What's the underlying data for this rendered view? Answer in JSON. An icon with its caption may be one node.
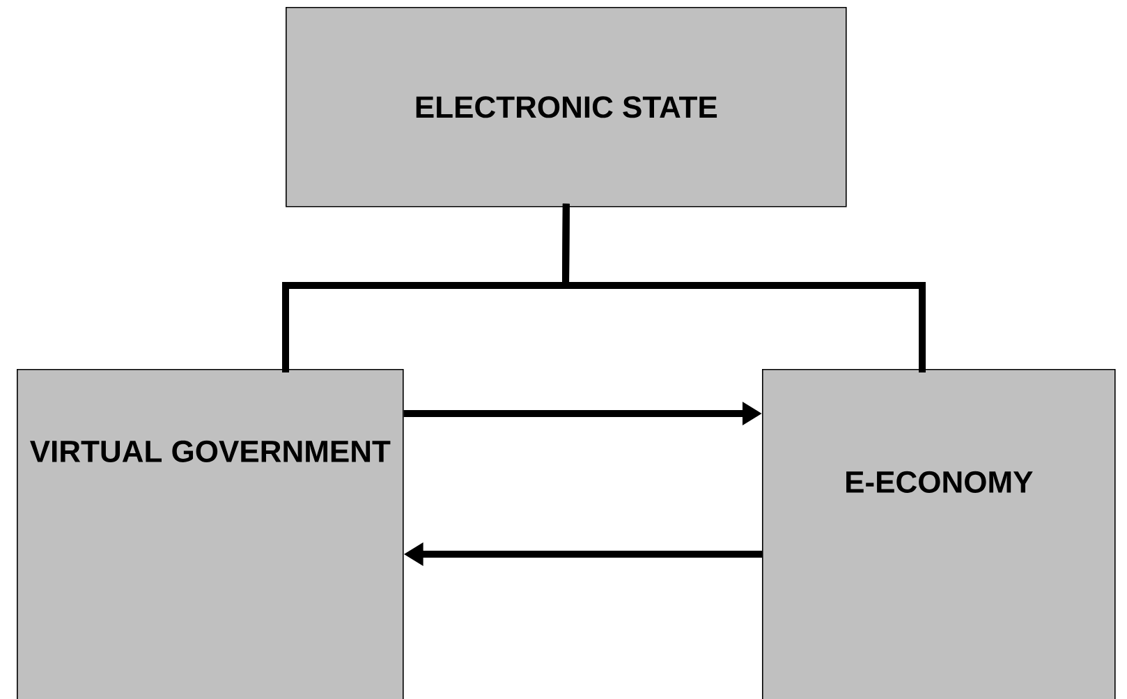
{
  "diagram": {
    "nodes": [
      {
        "text": [
          "ELECTRONIC STATE"
        ]
      },
      {
        "text": [
          "VIRTUAL GOVERNMENT"
        ]
      },
      {
        "text": [
          "E-ECONOMY"
        ]
      }
    ],
    "edges": [
      {
        "from": 0,
        "to": 1,
        "arrow": "none"
      },
      {
        "from": 0,
        "to": 2,
        "arrow": "none"
      },
      {
        "from": 1,
        "to": 2,
        "arrow": "to"
      },
      {
        "from": 2,
        "to": 1,
        "arrow": "to"
      }
    ]
  }
}
